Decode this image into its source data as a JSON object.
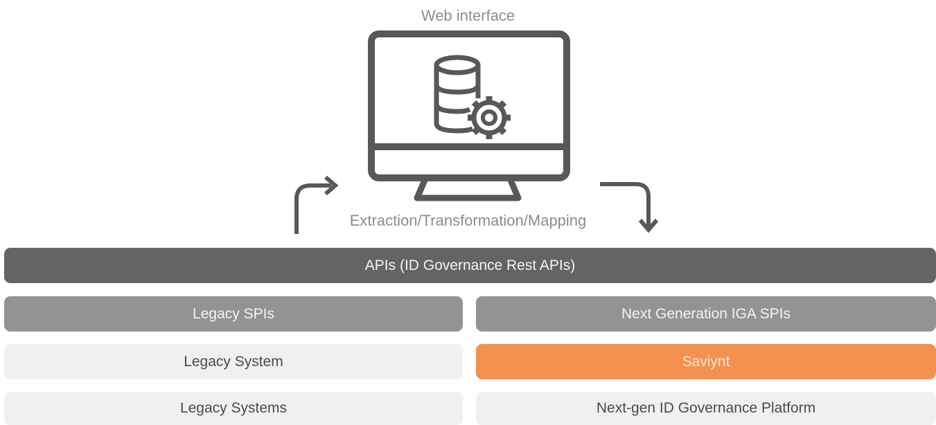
{
  "diagram": {
    "web_interface_label": "Web interface",
    "flow_label": "Extraction/Transformation/Mapping",
    "apis_bar": "APIs (ID Governance Rest APIs)",
    "left_column": {
      "spi": "Legacy SPIs",
      "system": "Legacy System",
      "platform": "Legacy Systems"
    },
    "right_column": {
      "spi": "Next Generation IGA SPIs",
      "system": "Saviynt",
      "platform": "Next-gen ID Governance Platform"
    },
    "colors": {
      "dark": "#646466",
      "mid": "#939395",
      "light": "#f0f0f0",
      "accent": "#f3914e",
      "icon_stroke": "#58585a"
    },
    "icons": [
      "monitor-icon",
      "database-icon",
      "gear-icon",
      "arrow-up-right-icon",
      "arrow-right-down-icon"
    ]
  }
}
